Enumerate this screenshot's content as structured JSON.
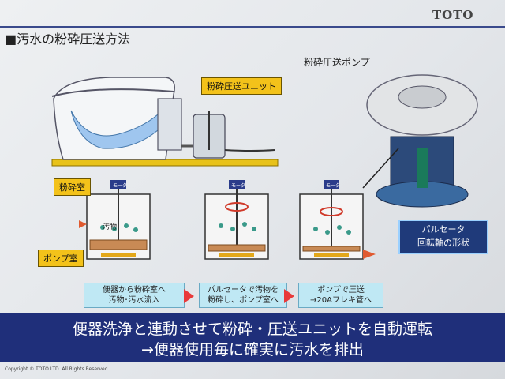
{
  "header": {
    "brand": "TOTO",
    "title": "■汚水の粉砕圧送方法"
  },
  "diagram": {
    "unit_label": "粉砕圧送ユニット",
    "crush_chamber_label": "粉砕室",
    "pump_chamber_label": "ポンプ室",
    "dirty_label": "汚物",
    "motor_label": "モータ"
  },
  "pump_photo": {
    "title": "粉砕圧送ポンプ",
    "label_line1": "パルセータ",
    "label_line2": "回転軸の形状"
  },
  "steps": [
    {
      "line1": "便器から粉砕室へ",
      "line2": "汚物･汚水流入"
    },
    {
      "line1": "パルセータで汚物を",
      "line2": "粉砕し、ポンプ室へ"
    },
    {
      "line1": "ポンプで圧送",
      "line2": "→20Aフレキ管へ"
    }
  ],
  "banner": {
    "line1": "便器洗浄と連動させて粉砕・圧送ユニットを自動運転",
    "line2": "→便器使用毎に確実に汚水を排出"
  },
  "footer": {
    "copyright": "Copyright © TOTO LTD. All Rights Reserved"
  }
}
